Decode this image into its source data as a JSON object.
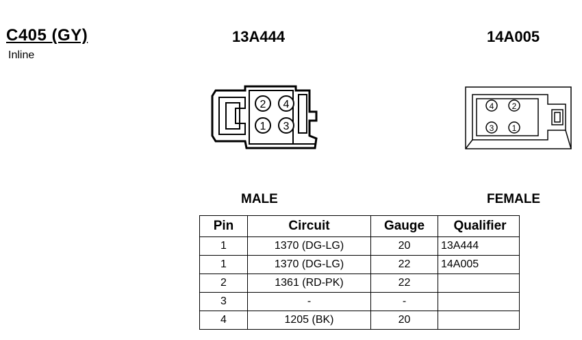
{
  "connector": {
    "title": "C405 (GY)",
    "subtitle": "Inline",
    "left_part": "13A444",
    "right_part": "14A005",
    "male_label": "MALE",
    "female_label": "FEMALE",
    "male_pins": [
      "2",
      "4",
      "1",
      "3"
    ],
    "female_pins": [
      "4",
      "2",
      "3",
      "1"
    ]
  },
  "table": {
    "headers": [
      "Pin",
      "Circuit",
      "Gauge",
      "Qualifier"
    ],
    "rows": [
      {
        "pin": "1",
        "circuit": "1370 (DG-LG)",
        "gauge": "20",
        "qualifier": "13A444"
      },
      {
        "pin": "1",
        "circuit": "1370 (DG-LG)",
        "gauge": "22",
        "qualifier": "14A005"
      },
      {
        "pin": "2",
        "circuit": "1361 (RD-PK)",
        "gauge": "22",
        "qualifier": ""
      },
      {
        "pin": "3",
        "circuit": "-",
        "gauge": "-",
        "qualifier": ""
      },
      {
        "pin": "4",
        "circuit": "1205 (BK)",
        "gauge": "20",
        "qualifier": ""
      }
    ]
  }
}
